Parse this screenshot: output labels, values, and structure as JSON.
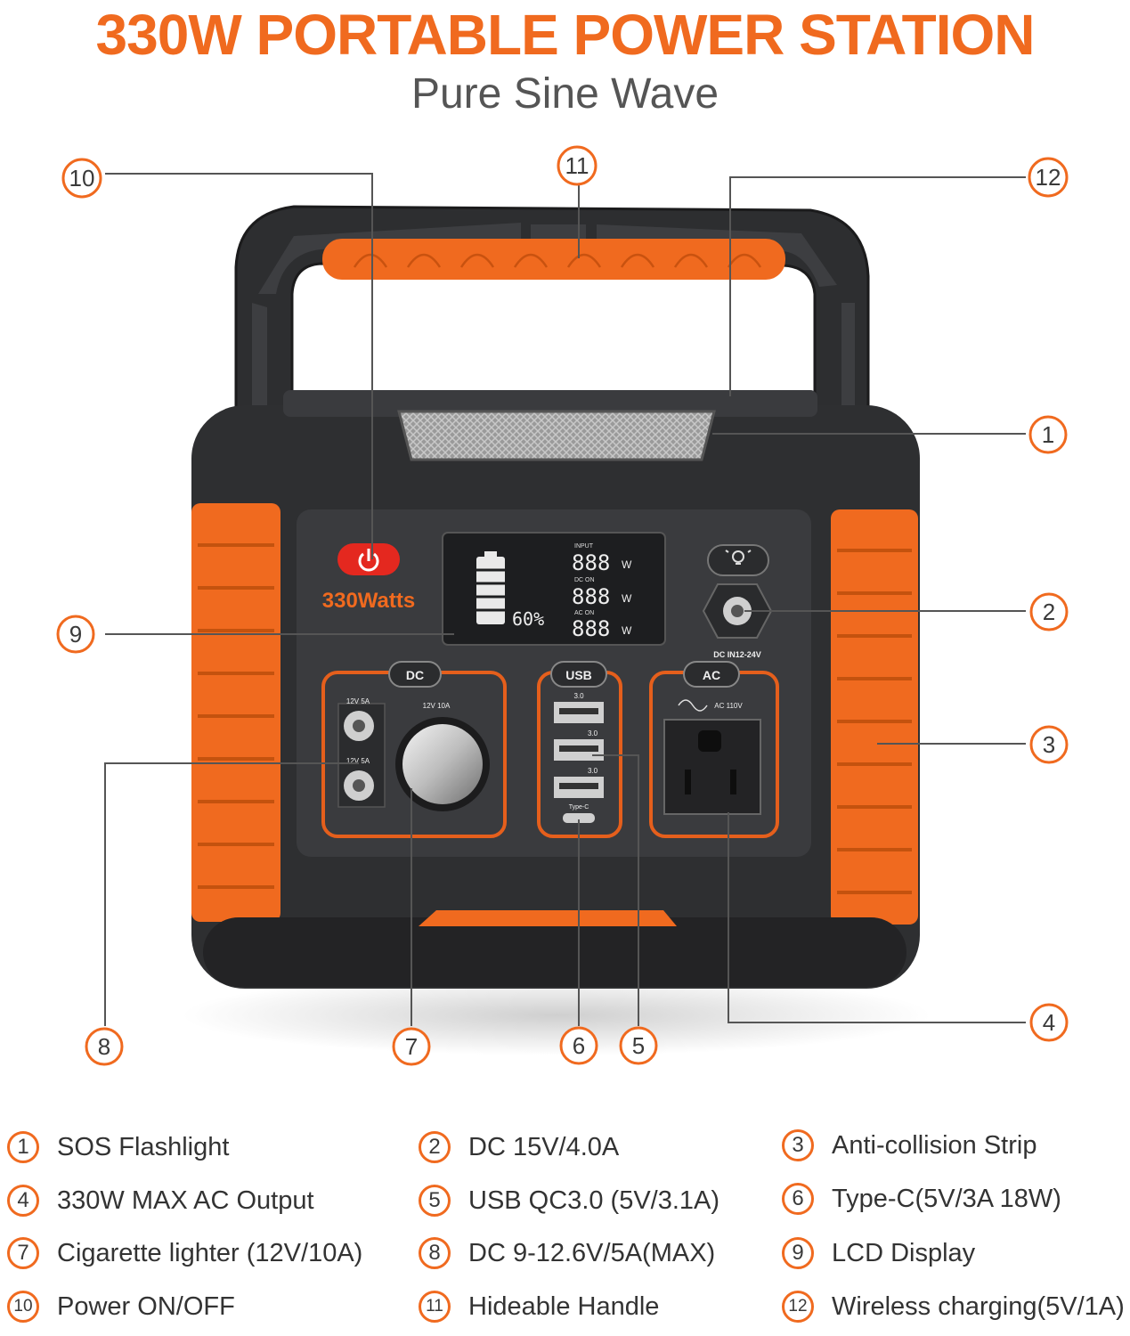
{
  "header": {
    "title": "330W PORTABLE POWER STATION",
    "subtitle": "Pure Sine Wave"
  },
  "colors": {
    "accent": "#f06a1f",
    "body_dark": "#2e2f31",
    "panel": "#3a3b3e",
    "text": "#3a3a3a"
  },
  "device": {
    "brand": "330Watts",
    "battery_percent": "60%",
    "lcd_input_label": "INPUT",
    "lcd_dc_label": "DC ON",
    "lcd_ac_label": "AC ON",
    "lcd_digits": "888",
    "lcd_unit": "W",
    "dc_in_label": "DC IN12-24V",
    "dc_tab": "DC",
    "usb_tab": "USB",
    "ac_tab": "AC",
    "dc_port_1": "12V 5A",
    "dc_port_2": "12V 5A",
    "lighter_label": "12V 10A",
    "usb_qc_1": "3.0",
    "usb_qc_2": "3.0",
    "usb_qc_3": "3.0",
    "typec_label": "Type-C",
    "ac_label": "AC 110V",
    "power_icon": "power-icon",
    "light_icon": "bulb-icon"
  },
  "callouts": [
    "1",
    "2",
    "3",
    "4",
    "5",
    "6",
    "7",
    "8",
    "9",
    "10",
    "11",
    "12"
  ],
  "legend": [
    {
      "num": "1",
      "text": "SOS Flashlight"
    },
    {
      "num": "2",
      "text": "DC 15V/4.0A"
    },
    {
      "num": "3",
      "text": "Anti-collision Strip"
    },
    {
      "num": "4",
      "text": "330W MAX AC Output"
    },
    {
      "num": "5",
      "text": "USB QC3.0 (5V/3.1A)"
    },
    {
      "num": "6",
      "text": "Type-C(5V/3A 18W)"
    },
    {
      "num": "7",
      "text": "Cigarette lighter (12V/10A)"
    },
    {
      "num": "8",
      "text": "DC 9-12.6V/5A(MAX)"
    },
    {
      "num": "9",
      "text": "LCD Display"
    },
    {
      "num": "10",
      "text": "Power ON/OFF"
    },
    {
      "num": "11",
      "text": "Hideable Handle"
    },
    {
      "num": "12",
      "text": "Wireless charging(5V/1A)"
    }
  ]
}
